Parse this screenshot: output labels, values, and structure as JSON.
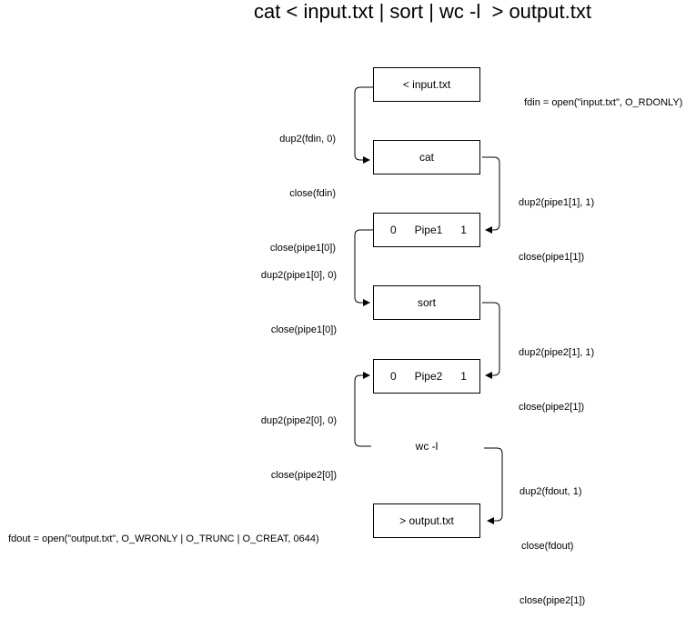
{
  "title": "cat < input.txt | sort | wc -l  > output.txt",
  "nodes": {
    "input": "< input.txt",
    "cat": "cat",
    "pipe1": {
      "left": "0",
      "label": "Pipe1",
      "right": "1"
    },
    "sort": "sort",
    "pipe2": {
      "left": "0",
      "label": "Pipe2",
      "right": "1"
    },
    "wc": "wc -l",
    "output": "> output.txt"
  },
  "notes": {
    "fdin_open": "fdin = open(\"input.txt\", O_RDONLY)",
    "input_to_cat": [
      "dup2(fdin, 0)",
      "close(fdin)",
      "close(pipe1[0])"
    ],
    "cat_to_pipe1": [
      "dup2(pipe1[1], 1)",
      "close(pipe1[1])"
    ],
    "pipe1_to_sort": [
      "dup2(pipe1[0], 0)",
      "close(pipe1[0])"
    ],
    "sort_to_pipe2": [
      "dup2(pipe2[1], 1)",
      "close(pipe2[1])"
    ],
    "pipe2_to_wc": [
      "dup2(pipe2[0], 0)",
      "close(pipe2[0])"
    ],
    "wc_to_output": [
      "dup2(fdout, 1)",
      "close(fdout)",
      "close(pipe2[1])"
    ],
    "fdout_open": "fdout = open(\"output.txt\", O_WRONLY | O_TRUNC | O_CREAT, 0644)"
  }
}
